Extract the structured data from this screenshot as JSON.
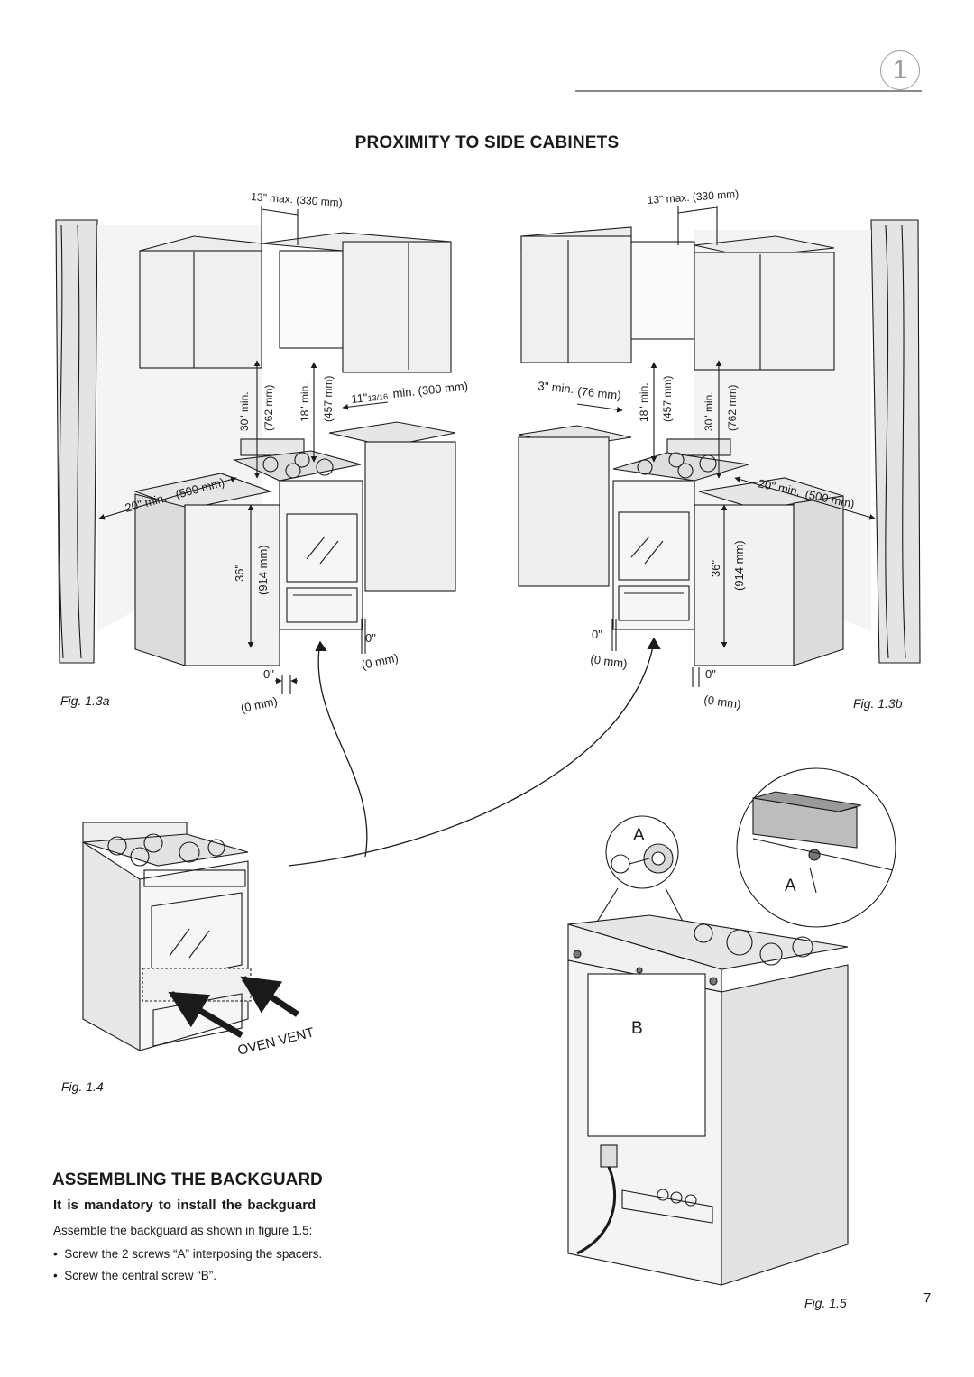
{
  "header": {
    "chapter_number": "1"
  },
  "section1": {
    "title": "PROXIMITY TO SIDE CABINETS",
    "fig_3a": {
      "label": "Fig. 1.3a",
      "dim_top": "13\" max. (330 mm)",
      "dim_30_in": "30\" min.",
      "dim_30_mm": "(762 mm)",
      "dim_18_in": "18\" min.",
      "dim_18_mm": "(457 mm)",
      "dim_11_in": "11\"",
      "dim_11_frac": "13/16",
      "dim_11_mm": "min. (300 mm)",
      "dim_20_in": "20\" min.",
      "dim_20_mm": "(500 mm)",
      "dim_36_in": "36\"",
      "dim_36_mm": "(914 mm)",
      "gap_left_in": "0\"",
      "gap_left_mm": "(0 mm)",
      "gap_right_in": "0\"",
      "gap_right_mm": "(0 mm)"
    },
    "fig_3b": {
      "label": "Fig. 1.3b",
      "dim_top": "13\" max. (330 mm)",
      "dim_3_in": "3\" min.",
      "dim_3_mm": "(76 mm)",
      "dim_18_in": "18\" min.",
      "dim_18_mm": "(457 mm)",
      "dim_30_in": "30\" min.",
      "dim_30_mm": "(762 mm)",
      "dim_20_in": "20\" min.",
      "dim_20_mm": "(500 mm)",
      "dim_36_in": "36\"",
      "dim_36_mm": "(914 mm)",
      "gap_left_in": "0\"",
      "gap_left_mm": "(0 mm)",
      "gap_right_in": "0\"",
      "gap_right_mm": "(0 mm)"
    }
  },
  "fig_4": {
    "label": "Fig. 1.4",
    "oven_vent": "OVEN VENT"
  },
  "fig_5": {
    "label": "Fig. 1.5",
    "callout_a": "A",
    "callout_a2": "A",
    "callout_b": "B"
  },
  "section2": {
    "title": "ASSEMBLING THE BACKGUARD",
    "subheading": "It is mandatory to install the backguard",
    "intro": "Assemble the backguard as shown in figure 1.5:",
    "bullets": [
      "Screw the 2 screws “A” interposing the spacers.",
      "Screw the central screw “B”."
    ],
    "bullet_refs": [
      "A",
      "B"
    ]
  },
  "footer": {
    "page_number": "7"
  }
}
